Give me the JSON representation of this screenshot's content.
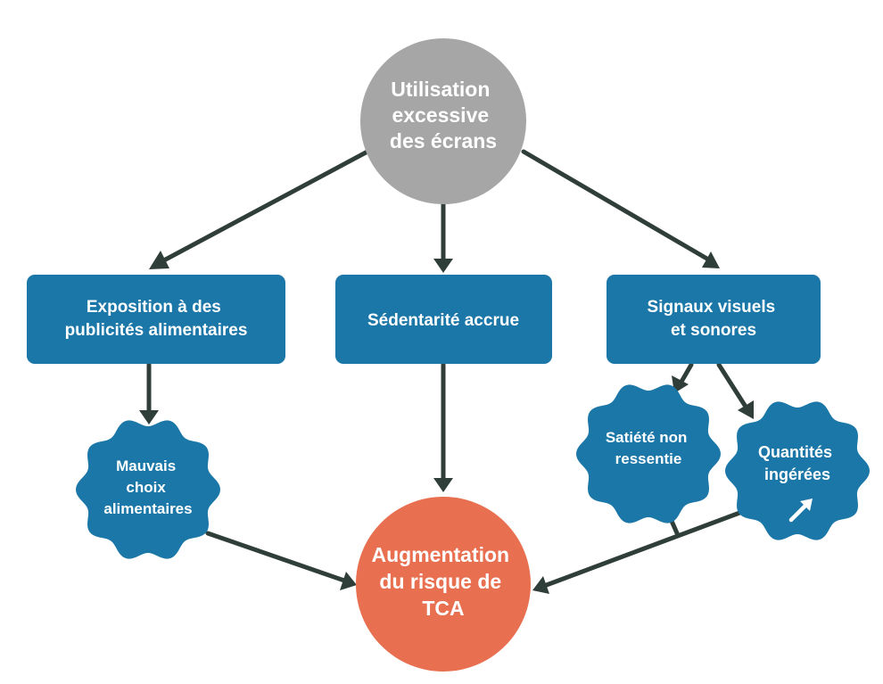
{
  "colors": {
    "source_node": "#a6a6a6",
    "process_node": "#1b77a8",
    "outcome_node": "#e87050",
    "edge": "#2f3e39",
    "text": "#ffffff"
  },
  "nodes": {
    "source": {
      "lines": [
        "Utilisation",
        "excessive",
        "des écrans"
      ]
    },
    "ads": {
      "lines": [
        "Exposition à des",
        "publicités alimentaires"
      ]
    },
    "sedentary": {
      "lines": [
        "Sédentarité accrue"
      ]
    },
    "signals": {
      "lines": [
        "Signaux visuels",
        "et sonores"
      ]
    },
    "bad_choices": {
      "lines": [
        "Mauvais",
        "choix",
        "alimentaires"
      ]
    },
    "satiety": {
      "lines": [
        "Satiété non",
        "ressentie"
      ]
    },
    "quantities": {
      "lines": [
        "Quantités",
        "ingérées"
      ],
      "icon": "arrow-up-right-icon"
    },
    "outcome": {
      "lines": [
        "Augmentation",
        "du risque de",
        "TCA"
      ]
    }
  }
}
